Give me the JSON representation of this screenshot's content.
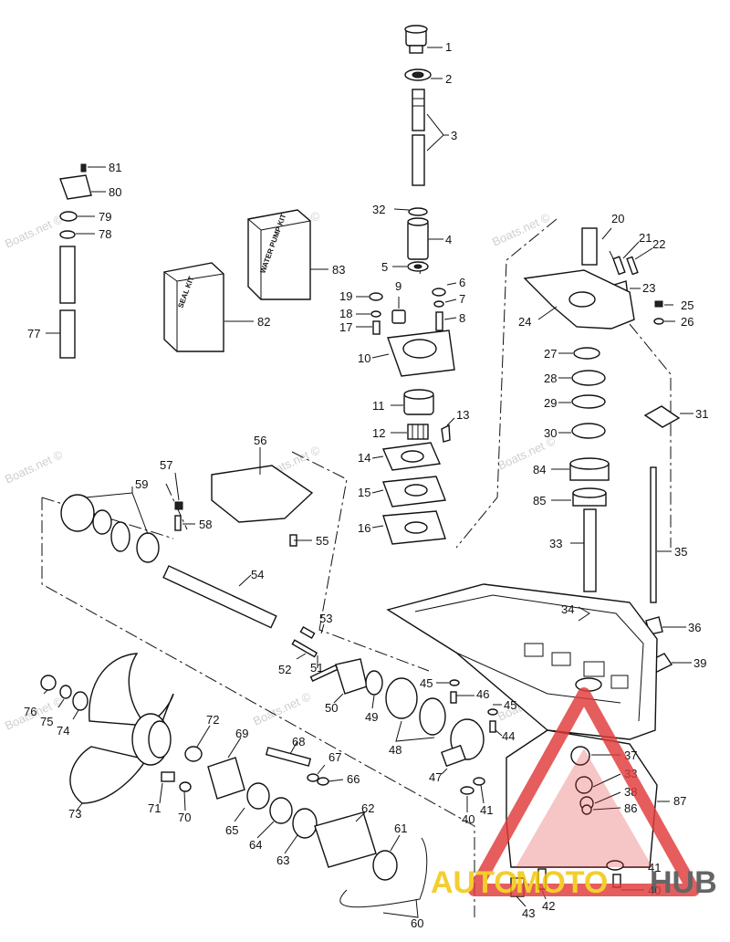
{
  "watermark": "Boats.net ©",
  "kits": {
    "seal": "SEAL KIT",
    "water_pump": "WATER PUMP KIT"
  },
  "brand": {
    "left": "AUTO",
    "mid": "MOTO",
    "right": "HUB",
    "primary_color": "#e03a3a",
    "accent_color": "#f2c400"
  },
  "callouts": [
    "1",
    "2",
    "3",
    "4",
    "5",
    "6",
    "7",
    "8",
    "9",
    "10",
    "11",
    "12",
    "13",
    "14",
    "15",
    "16",
    "17",
    "18",
    "19",
    "20",
    "21",
    "22",
    "23",
    "24",
    "25",
    "26",
    "27",
    "28",
    "29",
    "30",
    "31",
    "32",
    "33",
    "34",
    "35",
    "36",
    "37",
    "38",
    "39",
    "40",
    "41",
    "42",
    "43",
    "44",
    "45",
    "46",
    "47",
    "48",
    "49",
    "50",
    "51",
    "52",
    "53",
    "54",
    "55",
    "56",
    "57",
    "58",
    "59",
    "60",
    "61",
    "62",
    "63",
    "64",
    "65",
    "66",
    "67",
    "68",
    "69",
    "70",
    "71",
    "72",
    "73",
    "74",
    "75",
    "76",
    "77",
    "78",
    "79",
    "80",
    "81",
    "82",
    "83",
    "84",
    "85",
    "86",
    "87"
  ]
}
